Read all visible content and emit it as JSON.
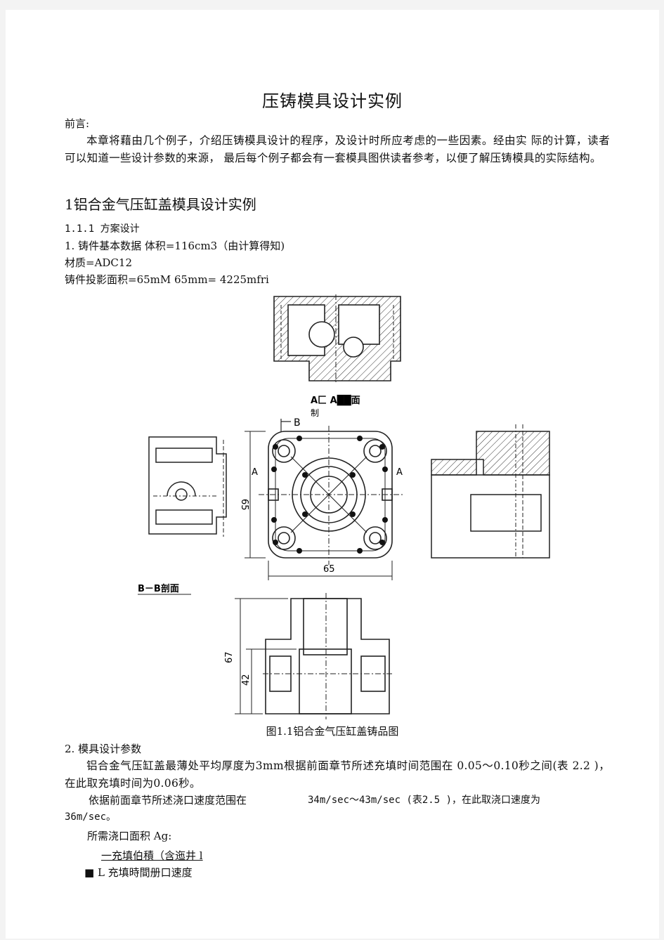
{
  "title": "压铸模具设计实例",
  "preface_label": "前言:",
  "preface_text": "本章将藉由几个例子，介绍压铸模具设计的程序，及设计时所应考虑的一些因素。经由实 际的计算，读者可以知道一些设计参数的来源， 最后每个例子都会有一套模具图供读者参考，以便了解压铸模具的实际结构。",
  "section1_title": "1铝合金气压缸盖模具设计实例",
  "sub_1_1_1": "1.1.1 方案设计",
  "item1": "1. 铸件基本数据 体积=116cm3（由计算得知)",
  "material": "材质=ADC12",
  "projection": "铸件投影面积=65mM 65mm= 4225mfri",
  "figure": {
    "label_aa": "A匚 A██面",
    "label_zhi": "制",
    "label_b": "B",
    "label_a_left": "A",
    "label_a_right": "A",
    "dim_65_vertical": "65",
    "dim_65_horizontal": "65",
    "label_bb": "B－B剖面",
    "dim_67": "67",
    "dim_42": "42"
  },
  "caption": "图1.1铝合金气压缸盖铸品图",
  "item2": "2. 模具设计参数",
  "para2": "铝合金气压缸盖最薄处平均厚度为3mm根据前面章节所述充填时间范围在 0.05～0.10秒之间(表 2.2 )，在此取充填时间为0.06秒。",
  "para3_a": "依据前面章节所述浇口速度范围在",
  "para3_b": "34m/sec～43m/sec  (表2.5 )，在此取浇口速度为",
  "para3_c": "36m/sec。",
  "gate_area": "所需浇口面积 Ag:",
  "formula_num": "一充填伯積（含迤井 l",
  "formula_den": "■ L 充填時間册口速度"
}
